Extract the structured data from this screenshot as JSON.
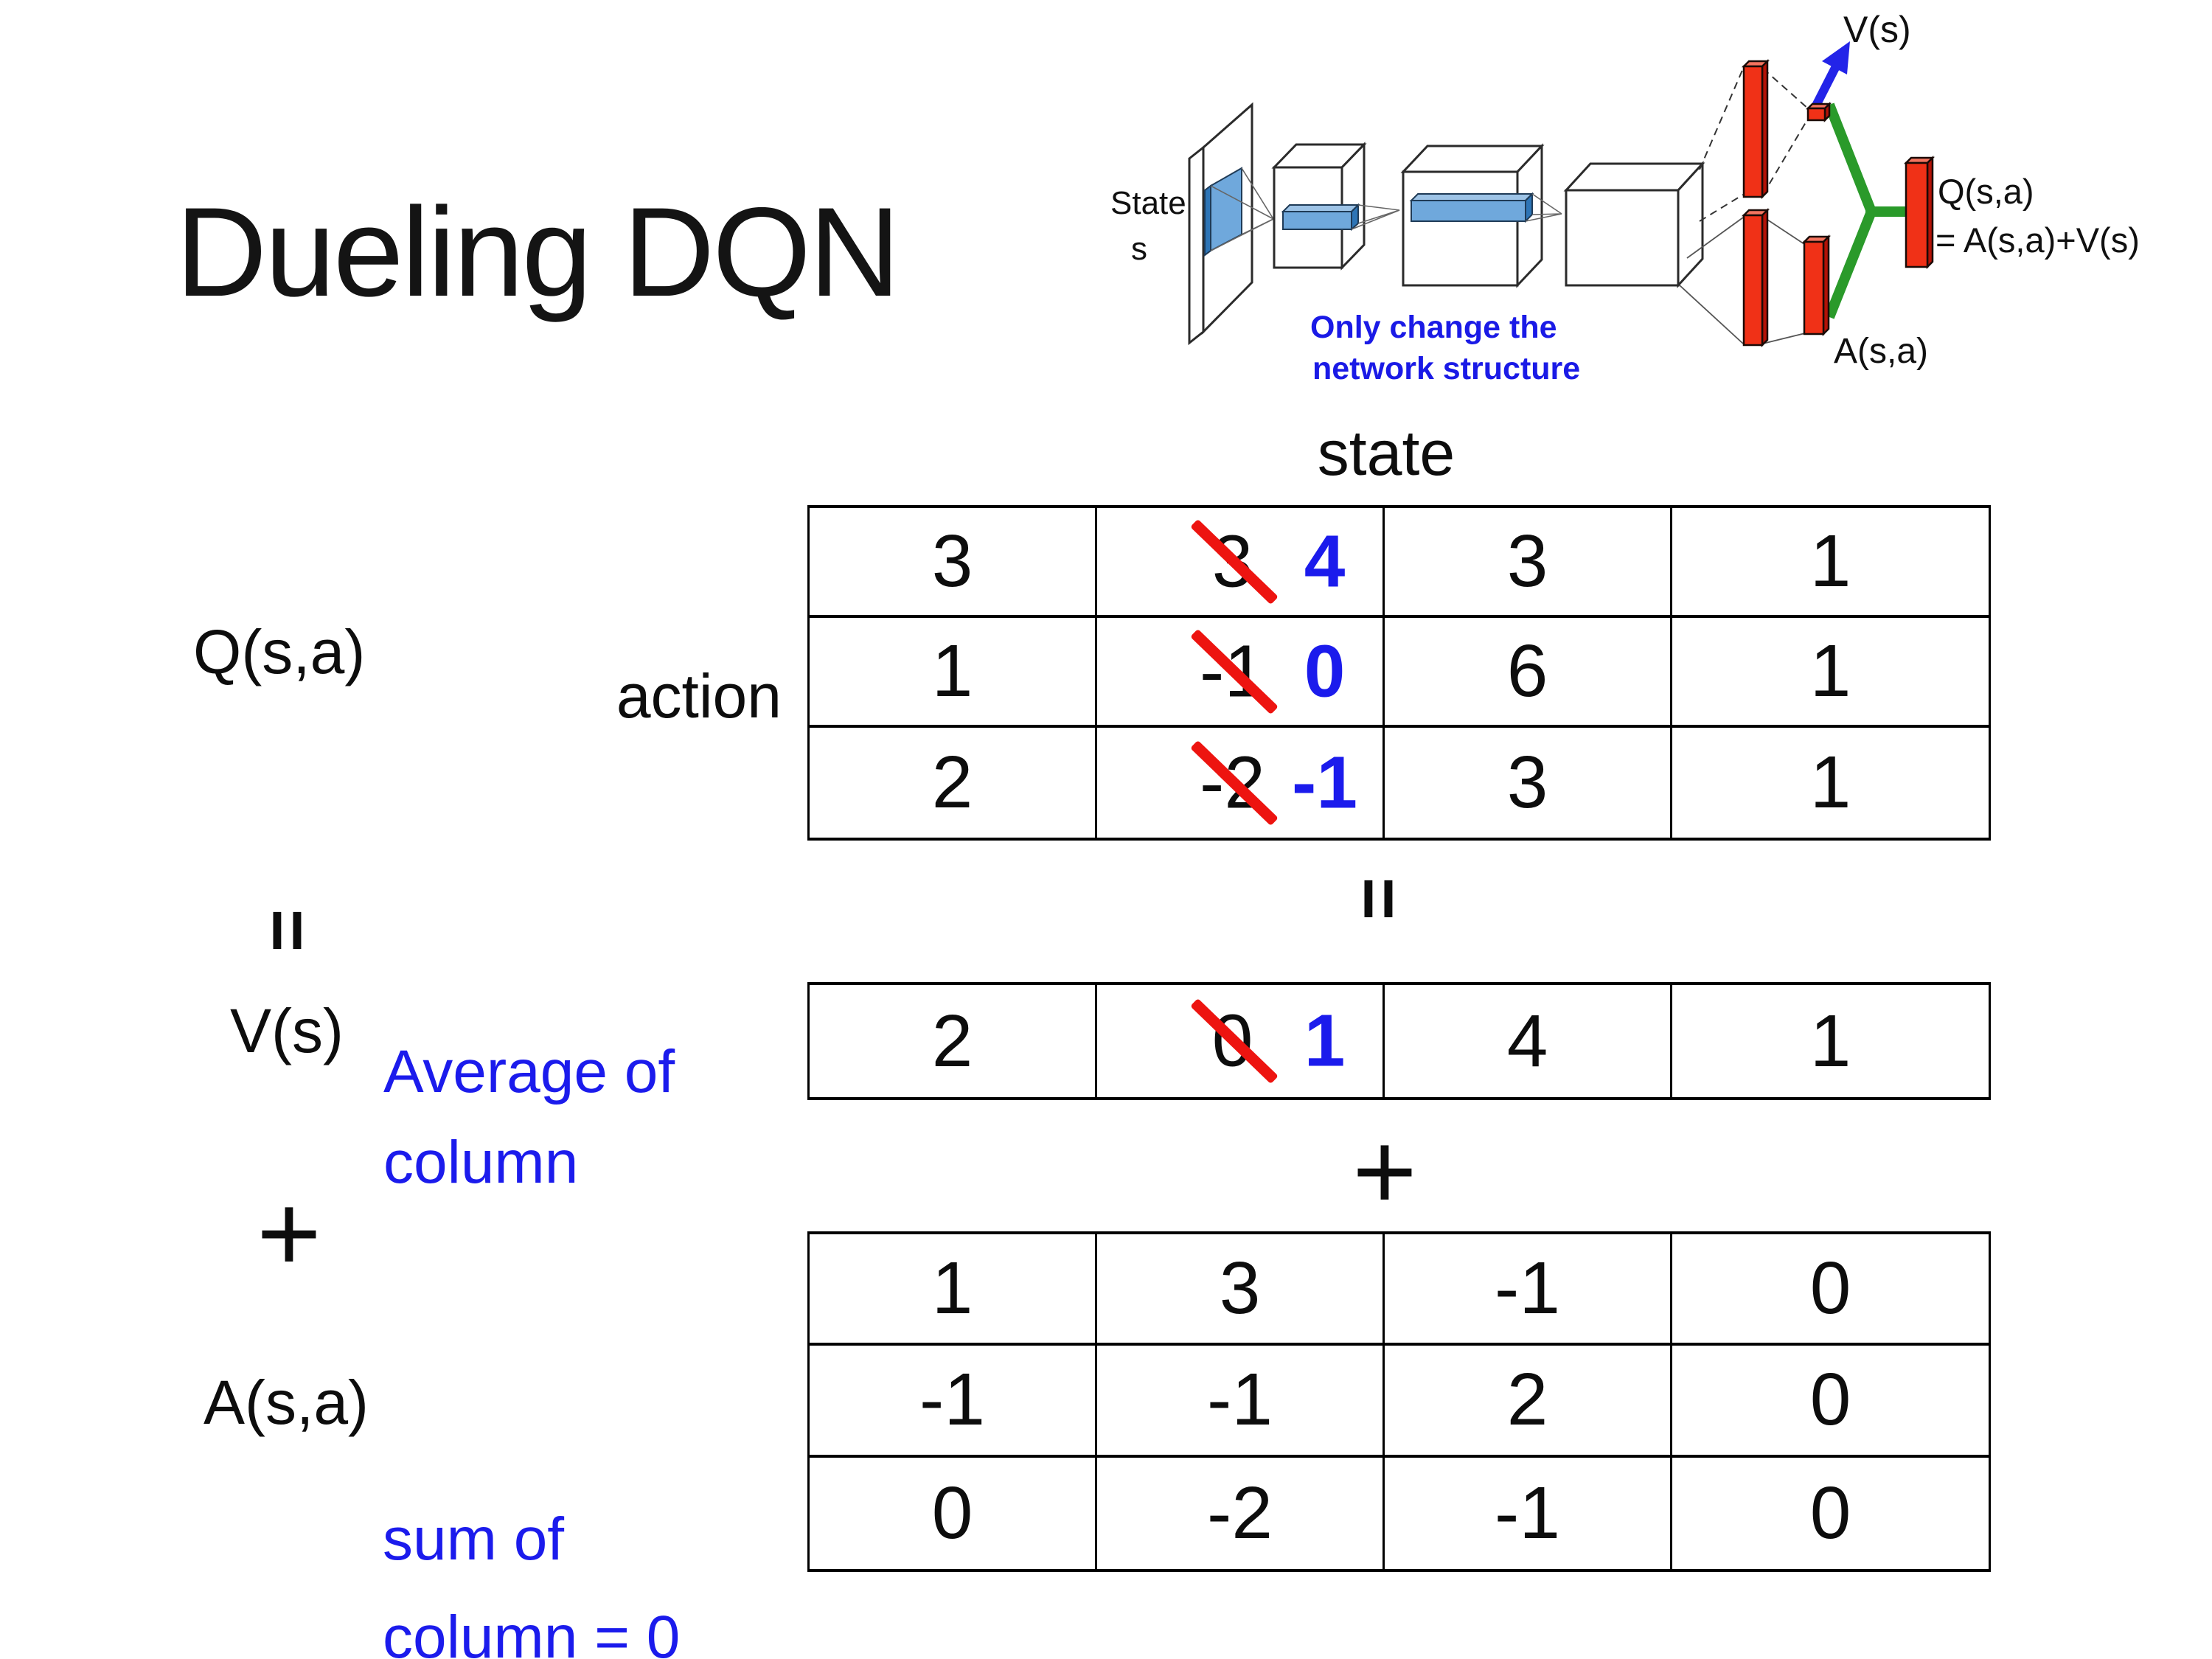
{
  "slide_title": "Dueling DQN",
  "diagram": {
    "state_line1": "State",
    "state_line2": "s",
    "note_line1": "Only change the",
    "note_line2": "network structure",
    "v_out_label": "V(s)",
    "a_out_label": "A(s,a)",
    "q_out_line1": "Q(s,a)",
    "q_out_line2": "= A(s,a)+V(s)"
  },
  "equation": {
    "q_label": "Q(s,a)",
    "action_label": "action",
    "state_header": "state",
    "equals_left": "=",
    "equals_mid": "=",
    "plus_left": "+",
    "plus_mid": "+",
    "v_label": "V(s)",
    "a_label": "A(s,a)",
    "avg_note_line1": "Average of",
    "avg_note_line2": "column",
    "sum_note_line1": "sum of",
    "sum_note_line2": "column = 0"
  },
  "tables": {
    "q": {
      "rows": [
        {
          "cells": [
            {
              "v": "3"
            },
            {
              "old": "3",
              "new": "4"
            },
            {
              "v": "3"
            },
            {
              "v": "1"
            }
          ]
        },
        {
          "cells": [
            {
              "v": "1"
            },
            {
              "old": "-1",
              "new": "0"
            },
            {
              "v": "6"
            },
            {
              "v": "1"
            }
          ]
        },
        {
          "cells": [
            {
              "v": "2"
            },
            {
              "old": "-2",
              "new": "-1"
            },
            {
              "v": "3"
            },
            {
              "v": "1"
            }
          ]
        }
      ]
    },
    "v": {
      "rows": [
        {
          "cells": [
            {
              "v": "2"
            },
            {
              "old": "0",
              "new": "1"
            },
            {
              "v": "4"
            },
            {
              "v": "1"
            }
          ]
        }
      ]
    },
    "a": {
      "rows": [
        {
          "cells": [
            {
              "v": "1"
            },
            {
              "v": "3"
            },
            {
              "v": "-1"
            },
            {
              "v": "0"
            }
          ]
        },
        {
          "cells": [
            {
              "v": "-1"
            },
            {
              "v": "-1"
            },
            {
              "v": "2"
            },
            {
              "v": "0"
            }
          ]
        },
        {
          "cells": [
            {
              "v": "0"
            },
            {
              "v": "-2"
            },
            {
              "v": "-1"
            },
            {
              "v": "0"
            }
          ]
        }
      ]
    }
  },
  "colors": {
    "accent_blue": "#1b1bec",
    "strike_red": "#ed1410",
    "bar_red_front": "#f03117",
    "bar_red_side": "#b31207",
    "bar_red_top": "#f4745f",
    "green": "#2a9a2a",
    "arrow_blue": "#2324e8",
    "conv_blue_front": "#6fa8dc",
    "conv_blue_top": "#9dc3e6",
    "conv_blue_side": "#2e75b6"
  }
}
